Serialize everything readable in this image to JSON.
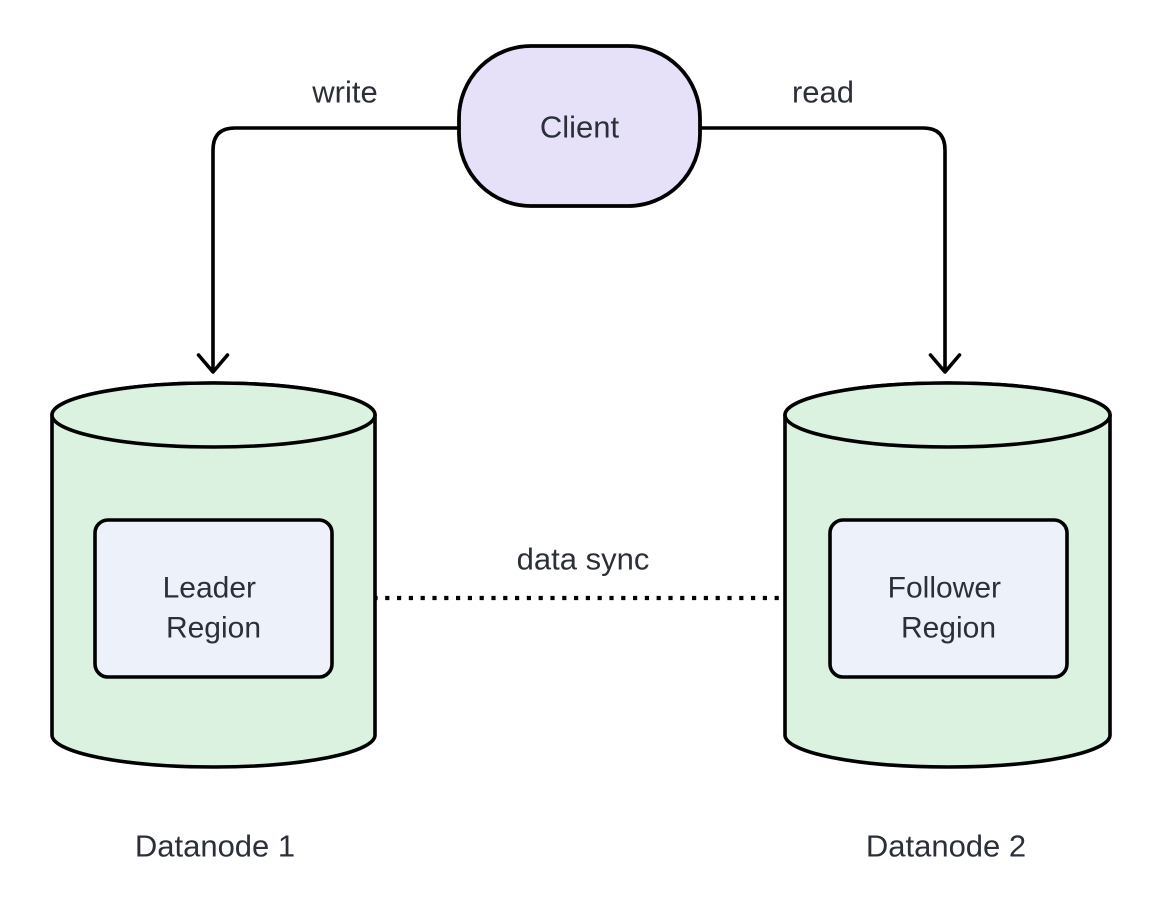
{
  "colors": {
    "background": "#ffffff",
    "stroke": "#000000",
    "text": "#2b2f38",
    "client_fill": "#e6e0f9",
    "datanode_fill": "#dbf2e1",
    "region_fill": "#edf2fa"
  },
  "nodes": {
    "client": {
      "label": "Client"
    },
    "datanode1": {
      "label": "Datanode 1",
      "region": {
        "lines": [
          "Leader",
          "Region"
        ]
      }
    },
    "datanode2": {
      "label": "Datanode 2",
      "region": {
        "lines": [
          "Follower",
          "Region"
        ]
      }
    }
  },
  "edges": {
    "write": {
      "label": "write",
      "from": "Client",
      "to": "Datanode 1",
      "style": "solid"
    },
    "read": {
      "label": "read",
      "from": "Client",
      "to": "Datanode 2",
      "style": "solid"
    },
    "data_sync": {
      "label": "data sync",
      "from": "Leader Region",
      "to": "Follower Region",
      "style": "dotted"
    }
  }
}
